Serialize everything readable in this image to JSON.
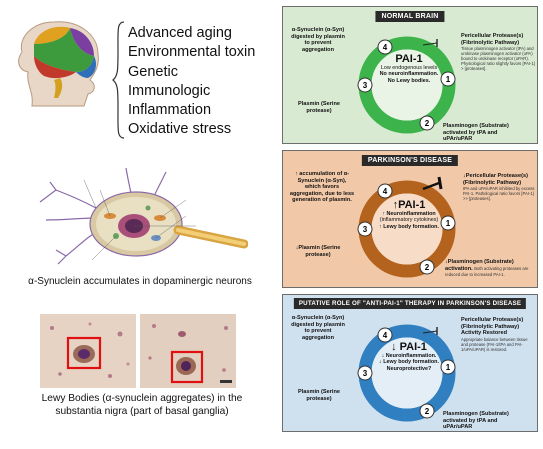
{
  "risk_factors": [
    "Advanced aging",
    "Environmental toxin",
    "Genetic",
    "Immunologic",
    "Inflammation",
    "Oxidative stress"
  ],
  "neuron_caption": "α-Synuclein accumulates in dopaminergic neurons",
  "lewy_caption": {
    "line1": "Lewy Bodies (α-synuclein aggregates) in the",
    "line2": "substantia nigra (part of basal ganglia)"
  },
  "panels": {
    "normal": {
      "title": "NORMAL BRAIN",
      "ring_color": "#3cb44b",
      "node4": "4",
      "node1": "1",
      "node2": "2",
      "node3": "3",
      "label4": "α-Synuclein (α-Syn) digested by plasmin to prevent aggregation",
      "label1_title": "Pericellular Protease(s) (Fibrinolytic Pathway)",
      "label1_detail": "Tissue plasminogen activator (tPA) and urokinase plasminogen activator (uPA) bound to urokinase receptor (uPAR). Physiological ratio slightly favors [PAI-1] > [proteases].",
      "label2": "Plasminogen (Substrate) activated by tPA and uPAr/uPAR",
      "label3": "Plasmin (Serine protease)",
      "center_title": "PAI-1",
      "center_line1": "Low endogenous levels",
      "center_line2": "No neuroinflammation.",
      "center_line3": "No Lewy bodies."
    },
    "pd": {
      "title": "PARKINSON'S DISEASE",
      "ring_color": "#b3631d",
      "node4": "4",
      "node1": "1",
      "node2": "2",
      "node3": "3",
      "label4": "↑ accumulation of α-Synuclein (α-Syn), which favors aggregation, due to less generation of plasmin.",
      "label1_title": "↓Pericellular Protease(s) (Fibrinolytic Pathway)",
      "label1_detail": "tPA and uPA/uPAR inhibited by excess PAI-1. Pathological ratio favors [PAI-1] >> [proteases].",
      "label2_title": "↓Plasminogen (Substrate) activation.",
      "label2_detail": "Both activating proteases are reduced due to increased PAI-1.",
      "label3": "↓Plasmin (Serine protease)",
      "center_title": "↑PAI-1",
      "center_line1": "↑ Neuroinflammation",
      "center_line2": "(inflammatory cytokines)",
      "center_line3": "↑ Lewy body formation."
    },
    "therapy": {
      "title": "PUTATIVE ROLE OF \"ANTI-PAI-1\" THERAPY IN PARKINSON'S DISEASE",
      "ring_color": "#2f7fc1",
      "node4": "4",
      "node1": "1",
      "node2": "2",
      "node3": "3",
      "label4": "α-Synuclein (α-Syn) digested by plasmin to prevent aggregation",
      "label1_title": "Pericellular Protease(s) (Fibrinolytic Pathway) Activity Restored",
      "label1_detail": "Appropriate balance between tissue and protease (PAI-1/tPA and PAI-1/uPA/uPAR) is restored.",
      "label2": "Plasminogen (Substrate) activated by tPA and uPAr/uPAR",
      "label3": "Plasmin (Serine protease)",
      "center_title": "↓ PAI-1",
      "center_line1": "↓ Neuroinflammation.",
      "center_line2": "↓ Lewy body formation.",
      "center_line3": "Neuroprotective?"
    }
  }
}
